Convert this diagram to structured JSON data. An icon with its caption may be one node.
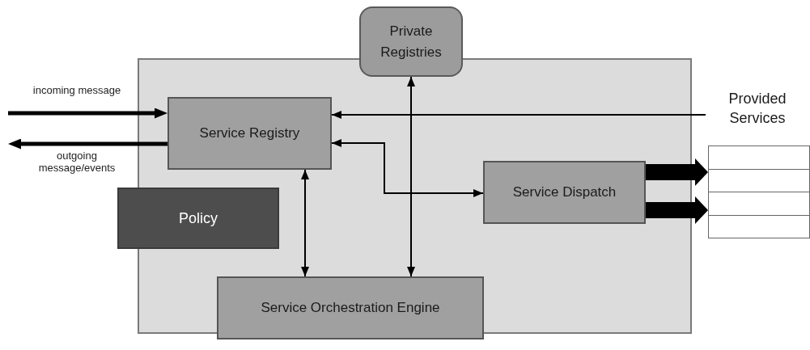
{
  "diagram": {
    "nodes": [
      {
        "text": [],
        "shape": "box"
      },
      {
        "text": [
          "Private Registries"
        ]
      },
      {
        "text": [
          "Service Registry"
        ],
        "in": 0
      },
      {
        "text": [
          "Policy"
        ]
      },
      {
        "text": [
          "Service Dispatch"
        ],
        "in": 0
      },
      {
        "text": [
          "Service Orchestration Engine"
        ],
        "in": 0
      },
      {
        "text": [
          "Provided Services"
        ]
      },
      {
        "text": [],
        "shape": "box"
      }
    ],
    "edges": [
      {
        "from": null,
        "to": 2,
        "arrow": "to",
        "label": "incoming message",
        "style": "thick"
      },
      {
        "from": 2,
        "to": null,
        "arrow": "to",
        "label": "outgoing message/events",
        "style": "thick"
      },
      {
        "from": 6,
        "to": 2,
        "arrow": "to"
      },
      {
        "from": 2,
        "to": 4,
        "arrow": "both"
      },
      {
        "from": 2,
        "to": 5,
        "arrow": "both"
      },
      {
        "from": 1,
        "to": 5,
        "arrow": "both"
      },
      {
        "from": 4,
        "to": 7,
        "arrow": "to",
        "style": "thick"
      },
      {
        "from": 4,
        "to": 7,
        "arrow": "to",
        "style": "thick"
      }
    ]
  }
}
